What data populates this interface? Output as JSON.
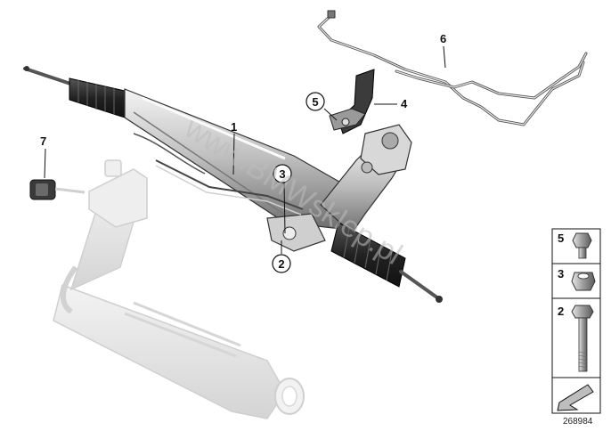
{
  "diagram": {
    "watermark": "www.BMWsklep.pl",
    "callouts": {
      "c1": "1",
      "c2": "2",
      "c3": "3",
      "c4": "4",
      "c5": "5",
      "c6": "6",
      "c7": "7"
    },
    "legend": {
      "item5": "5",
      "item3": "3",
      "item2": "2"
    },
    "doc_number": "268984",
    "colors": {
      "line": "#111111",
      "part_dark": "#2b2b2b",
      "part_mid": "#8a8a8a",
      "part_light": "#d9d9d9",
      "ghost": "#e6e6e6"
    }
  }
}
